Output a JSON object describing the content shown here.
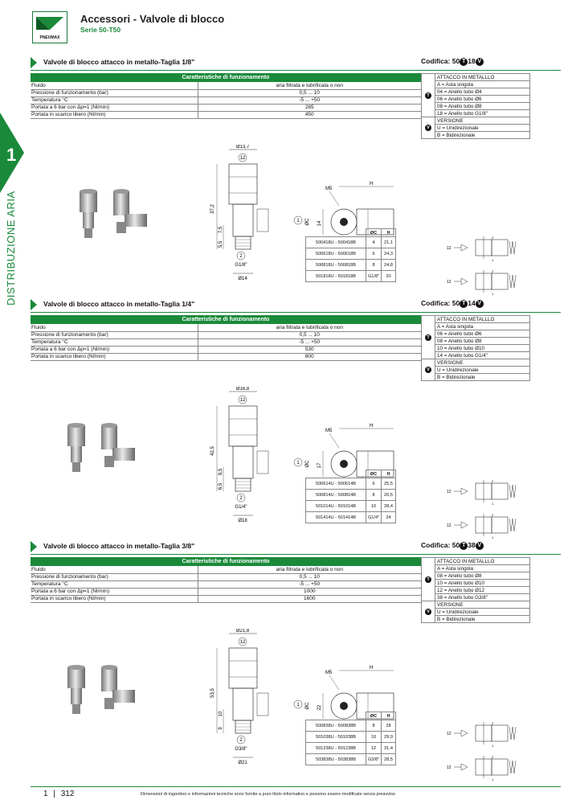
{
  "header": {
    "title": "Accessori - Valvole di blocco",
    "subtitle": "Serie 50-T50",
    "brand": "PNEUMAX"
  },
  "sidebar": {
    "chapter": "1",
    "section": "DISTRIBUZIONE ARIA"
  },
  "colors": {
    "accent": "#1a8a3a"
  },
  "props_header": "Caratteristiche di funzionamento",
  "sections": [
    {
      "title": "Valvole di blocco attacco in metallo-Taglia 1/8\"",
      "codifica_label": "Codifica:",
      "codifica": [
        "50",
        "T",
        "18",
        "V"
      ],
      "props": [
        {
          "k": "Fluido",
          "v": "aria filtrata e lubrificata o non"
        },
        {
          "k": "Pressione di funzionamento (bar)",
          "v": "0,5 ... 10"
        },
        {
          "k": "Temperatura °C",
          "v": "-5 ... +50"
        },
        {
          "k": "Portata a 6 bar con Δp=1 (Nl/min)",
          "v": "285"
        },
        {
          "k": "Portata in scarico libero (Nl/min)",
          "v": "450"
        }
      ],
      "attacco_header": "ATTACCO IN METALLLO",
      "attacco": [
        "A = Asta singola",
        "04 = Anello tubo Ø4",
        "06 = Anello tubo Ø6",
        "08 = Anello tubo Ø8",
        "18 = Anello tubo G1/8\""
      ],
      "versione_header": "VERSIONE",
      "versione": [
        "U = Unidirezionale",
        "B = Bidirezionale"
      ],
      "dims": {
        "od": "Ø13,7",
        "h1": "37,2",
        "h2": "7,5",
        "h3": "5,5",
        "port": "G1/8\"",
        "base": "Ø14",
        "m5": "M5",
        "H": "H",
        "vert": "14",
        "n12": "12",
        "n1": "1",
        "n2": "2",
        "oc": "ØC"
      },
      "dim_table": {
        "head": [
          "ØC",
          "H"
        ],
        "rows": [
          [
            "500418U - 500418B",
            "4",
            "21,1"
          ],
          [
            "500618U - 500618B",
            "6",
            "24,3"
          ],
          [
            "500818U - 500818B",
            "8",
            "24,8"
          ],
          [
            "501818U - 501818B",
            "G1/8\"",
            "20"
          ]
        ]
      }
    },
    {
      "title": "Valvole di blocco attacco in metallo-Taglia 1/4\"",
      "codifica_label": "Codifica:",
      "codifica": [
        "50",
        "T",
        "14",
        "V"
      ],
      "props": [
        {
          "k": "Fluido",
          "v": "aria filtrata e lubrificata o non"
        },
        {
          "k": "Pressione di funzionamento (bar)",
          "v": "0,5 ... 10"
        },
        {
          "k": "Temperatura °C",
          "v": "-5 ... +50"
        },
        {
          "k": "Portata a 6 bar con Δp=1 (Nl/min)",
          "v": "530"
        },
        {
          "k": "Portata in scarico libero (Nl/min)",
          "v": "800"
        }
      ],
      "attacco_header": "ATTACCO IN METALLLO",
      "attacco": [
        "A = Asta singola",
        "06 = Anello tubo Ø6",
        "08 = Anello tubo Ø8",
        "10 = Anello tubo Ø10",
        "14 = Anello tubo G1/4\""
      ],
      "versione_header": "VERSIONE",
      "versione": [
        "U = Unidirezionale",
        "B = Bidirezionale"
      ],
      "dims": {
        "od": "Ø16,8",
        "h1": "42,5",
        "h2": "8,5",
        "h3": "6,5",
        "port": "G1/4\"",
        "base": "Ø18",
        "m5": "M5",
        "H": "H",
        "vert": "17",
        "n12": "12",
        "n1": "1",
        "n2": "2",
        "oc": "ØC"
      },
      "dim_table": {
        "head": [
          "ØC",
          "H"
        ],
        "rows": [
          [
            "500614U - 500614B",
            "6",
            "25,5"
          ],
          [
            "500814U - 500814B",
            "8",
            "26,5"
          ],
          [
            "501014U - 501014B",
            "10",
            "28,4"
          ],
          [
            "501414U - 501414B",
            "G1/4\"",
            "24"
          ]
        ]
      }
    },
    {
      "title": "Valvole di blocco attacco in metallo-Taglia 3/8\"",
      "codifica_label": "Codifica:",
      "codifica": [
        "50",
        "T",
        "38",
        "V"
      ],
      "props": [
        {
          "k": "Fluido",
          "v": "aria filtrata e lubrificata o non"
        },
        {
          "k": "Pressione di funzionamento (bar)",
          "v": "0,5 ... 10"
        },
        {
          "k": "Temperatura °C",
          "v": "-5 ... +50"
        },
        {
          "k": "Portata a 6 bar con Δp=1 (Nl/min)",
          "v": "1000"
        },
        {
          "k": "Portata in scarico libero (Nl/min)",
          "v": "1600"
        }
      ],
      "attacco_header": "ATTACCO IN METALLLO",
      "attacco": [
        "A = Asta singola",
        "08 = Anello tubo Ø8",
        "10 = Anello tubo Ø10",
        "12 = Anello tubo Ø12",
        "38 = Anello tubo G3/8\""
      ],
      "versione_header": "VERSIONE",
      "versione": [
        "U = Unidirezionale",
        "B = Bidirezionale"
      ],
      "dims": {
        "od": "Ø21,8",
        "h1": "53,5",
        "h2": "10",
        "h3": "9",
        "port": "G3/8\"",
        "base": "Ø21",
        "m5": "M5",
        "H": "H",
        "vert": "22",
        "n12": "12",
        "n1": "1",
        "n2": "2",
        "oc": "ØC"
      },
      "dim_table": {
        "head": [
          "ØC",
          "H"
        ],
        "rows": [
          [
            "500838U - 500838B",
            "8",
            "28"
          ],
          [
            "501038U - 501038B",
            "10",
            "29,9"
          ],
          [
            "501238U - 501238B",
            "12",
            "31,4"
          ],
          [
            "503838U - 503838B",
            "G3/8\"",
            "28,5"
          ]
        ]
      }
    }
  ],
  "symbol_labels": {
    "p12": "12",
    "p1": "1",
    "p2": "2"
  },
  "footer": {
    "chapter": "1",
    "page": "312",
    "note": "Dimensioni di ingombro e informazioni tecniche sono fornite a puro titolo informativo e possono essere modificate senza preavviso"
  }
}
